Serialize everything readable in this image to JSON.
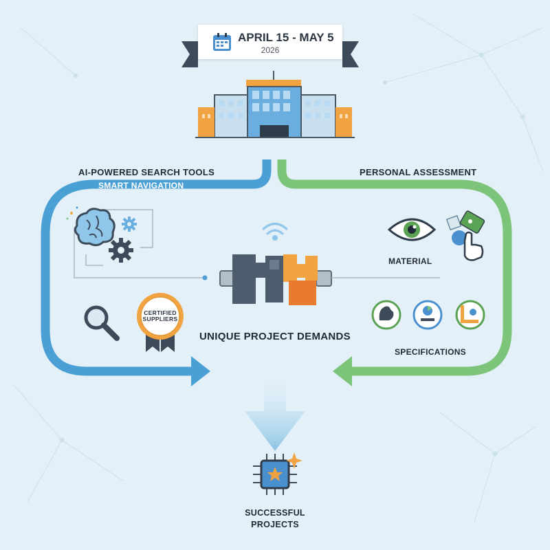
{
  "banner": {
    "date_range": "APRIL 15 - MAY 5",
    "year": "2026"
  },
  "left_path": {
    "title": "AI-POWERED SEARCH TOOLS",
    "subtitle": "SMART NAVIGATION",
    "color": "#4a9fd4",
    "badge_text": "CERTIFIED SUPPLIERS"
  },
  "right_path": {
    "title": "PERSONAL ASSESSMENT",
    "material_label": "MATERIAL",
    "specifications_label": "SPECIFICATIONS",
    "color": "#7bc47a"
  },
  "center": {
    "label": "UNIQUE PROJECT DEMANDS"
  },
  "outcome": {
    "label": "SUCCESSFUL PROJECTS"
  },
  "icons": [
    "calendar-icon",
    "building-icon",
    "brain-icon",
    "gear-icon",
    "magnifier-icon",
    "certified-badge-icon",
    "wifi-icon",
    "puzzle-blocks-icon",
    "eye-icon",
    "swatch-icon",
    "pointer-hand-icon",
    "strength-icon",
    "chart-icon",
    "ruler-gear-icon",
    "down-arrow-icon",
    "chip-icon",
    "sparkle-icon"
  ]
}
